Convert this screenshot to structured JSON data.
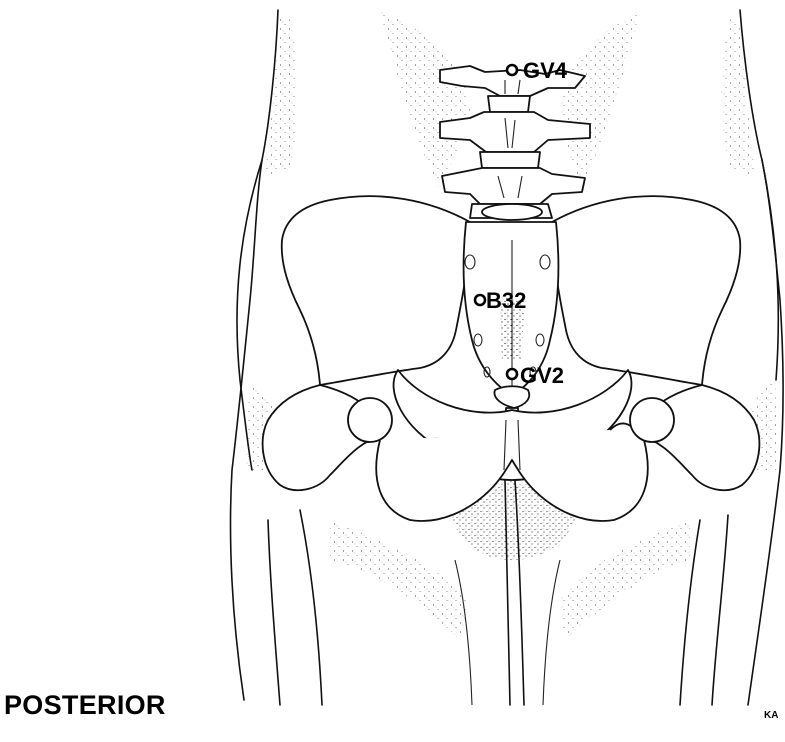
{
  "view_label": "POSTERIOR",
  "points": [
    {
      "id": "GV4",
      "label": "GV4"
    },
    {
      "id": "B32",
      "label": "B32"
    },
    {
      "id": "GV2",
      "label": "GV2"
    }
  ],
  "signature": "KA"
}
